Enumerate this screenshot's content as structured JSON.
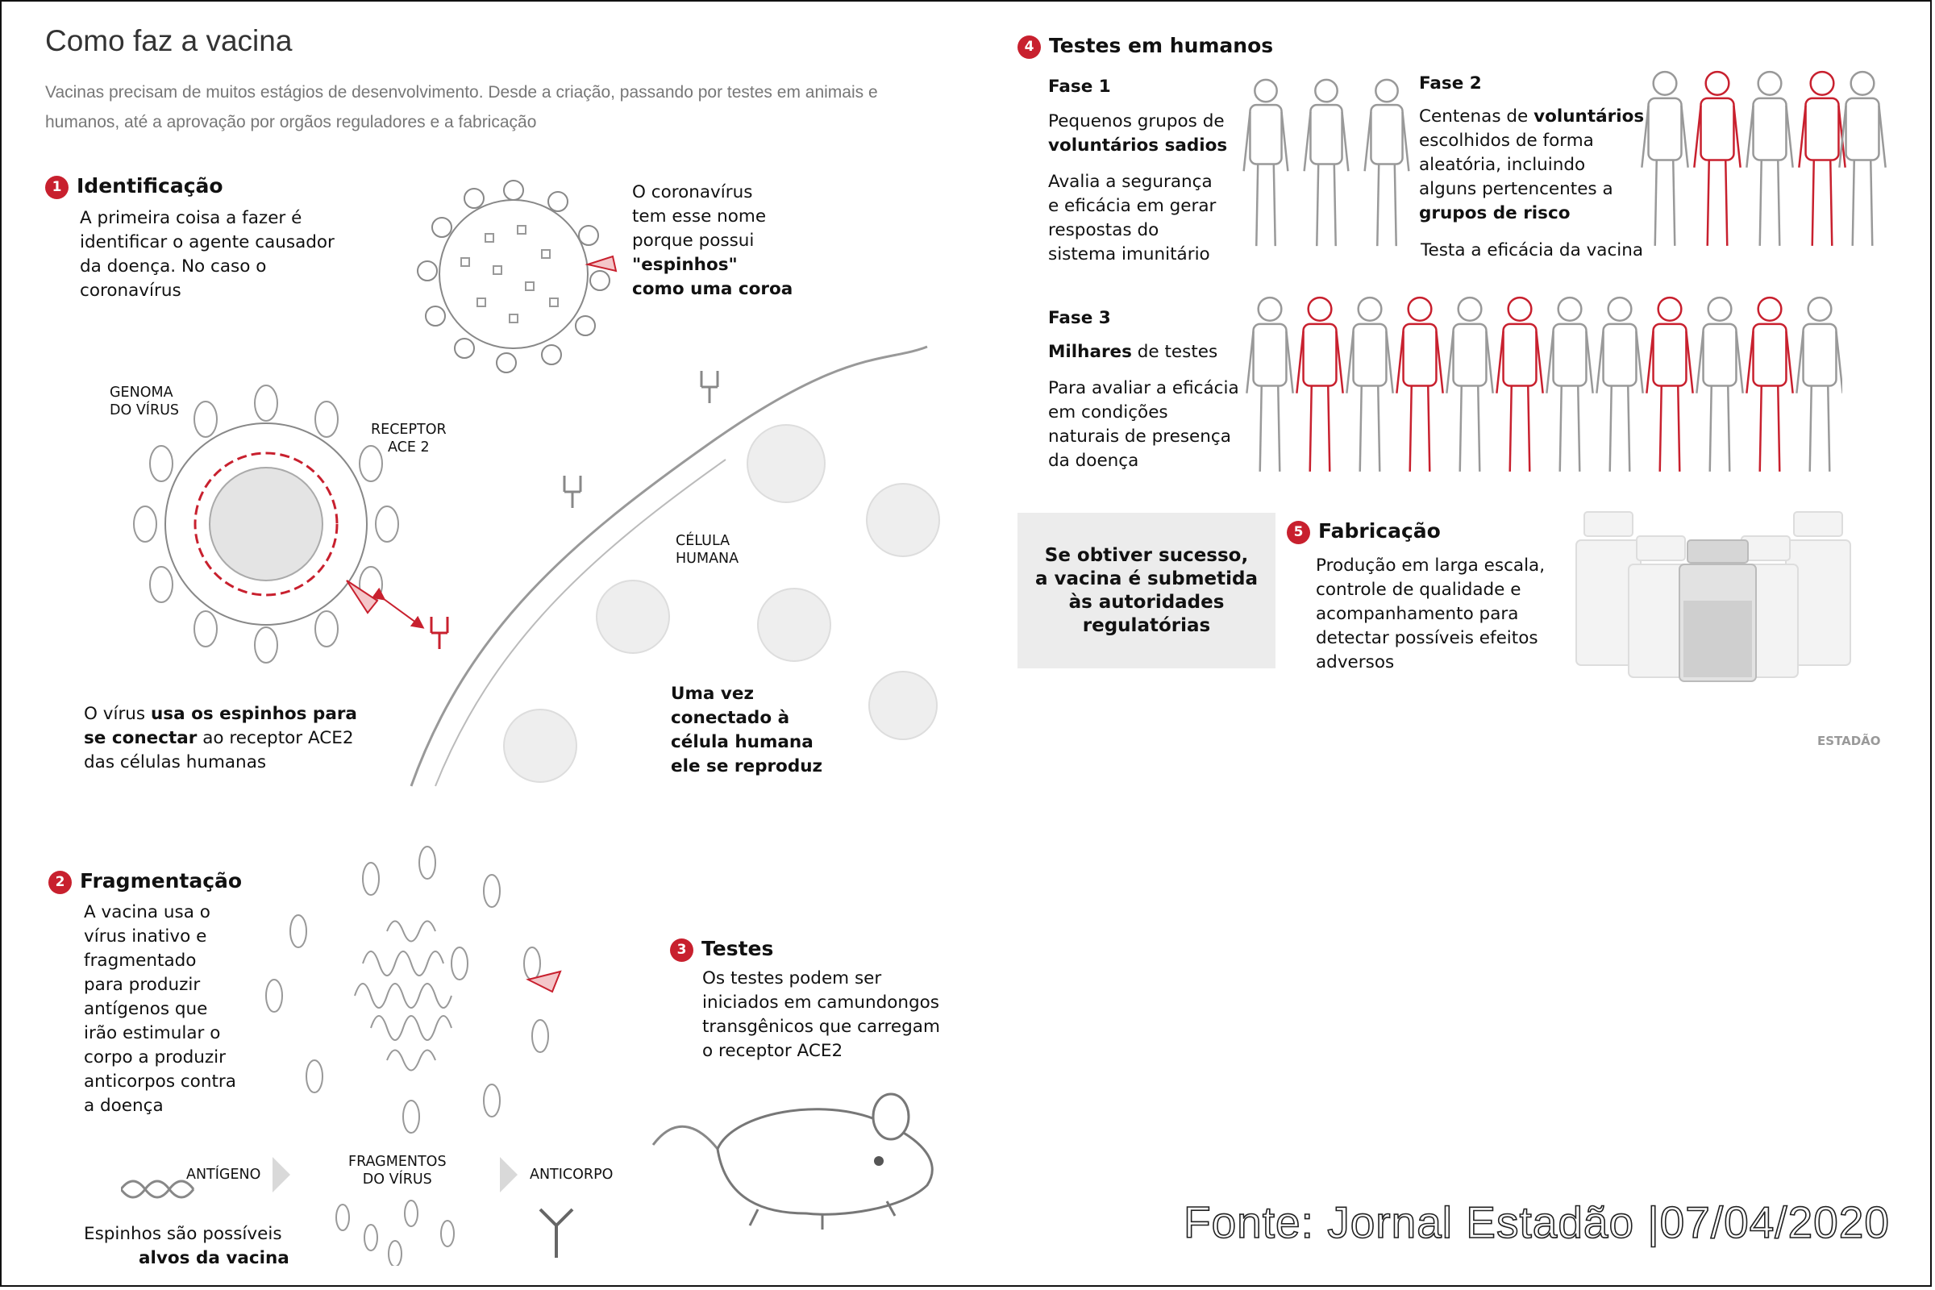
{
  "header": {
    "title": "Como faz a vacina",
    "subtitle": "Vacinas precisam de muitos estágios de desenvolvimento. Desde a criação, passando por testes em animais e humanos, até a aprovação por orgãos reguladores e a fabricação"
  },
  "step1": {
    "number": "1",
    "title": "Identificação",
    "text": [
      "A primeira coisa a fazer é",
      "identificar o agente causador",
      "da doença. No caso o",
      "coronavírus"
    ],
    "corona_note": [
      "O coronavírus",
      "tem esse nome",
      "porque possui"
    ],
    "corona_note_bold": [
      "\"espinhos\"",
      "como uma coroa"
    ],
    "label_genome": [
      "GENOMA",
      "DO VÍRUS"
    ],
    "label_receptor": [
      "RECEPTOR",
      "ACE 2"
    ],
    "label_cell": [
      "CÉLULA",
      "HUMANA"
    ],
    "spike_text": {
      "l1_a": "O vírus ",
      "l1_b": "usa os espinhos para",
      "l2_a": "se conectar",
      "l2_b": " ao receptor ACE2",
      "l3": "das células humanas"
    },
    "reproduce_text": [
      "Uma vez",
      "conectado à",
      "célula humana",
      "ele se reproduz"
    ]
  },
  "step2": {
    "number": "2",
    "title": "Fragmentação",
    "text": [
      "A vacina usa o",
      "vírus inativo e",
      "fragmentado",
      "para produzir",
      "antígenos que",
      "irão estimular o",
      "corpo a produzir",
      "anticorpos contra",
      "a doença"
    ],
    "label_antigen": "ANTÍGENO",
    "label_fragments": [
      "FRAGMENTOS",
      "DO VÍRUS"
    ],
    "label_antibody": "ANTICORPO",
    "spikes_a": "Espinhos são possíveis",
    "spikes_b": "alvos da vacina"
  },
  "step3": {
    "number": "3",
    "title": "Testes",
    "text": [
      "Os testes podem ser",
      "iniciados em camundongos",
      "transgênicos que carregam",
      "o receptor ACE2"
    ]
  },
  "step4": {
    "number": "4",
    "title": "Testes em humanos",
    "phase1": {
      "title": "Fase 1",
      "line1": "Pequenos grupos de",
      "line2": "voluntários sadios",
      "text": [
        "Avalia a segurança",
        "e eficácia em gerar",
        "respostas do",
        "sistema imunitário"
      ]
    },
    "phase2": {
      "title": "Fase 2",
      "l1_a": "Centenas de ",
      "l1_b": "voluntários",
      "l2": "escolhidos de forma",
      "l3": "aleatória, incluindo",
      "l4": "alguns pertencentes a",
      "l5": "grupos de risco",
      "text": "Testa a eficácia da vacina"
    },
    "phase3": {
      "title": "Fase 3",
      "l1_a": "Milhares",
      "l1_b": " de testes",
      "text": [
        "Para avaliar a eficácia",
        "em condições",
        "naturais de presença",
        "da doença"
      ]
    }
  },
  "approval_box": [
    "Se obtiver sucesso,",
    "a vacina é submetida",
    "às autoridades",
    "regulatórias"
  ],
  "step5": {
    "number": "5",
    "title": "Fabricação",
    "text": [
      "Produção em larga escala,",
      "controle de qualidade e",
      "acompanhamento para",
      "detectar possíveis efeitos",
      "adversos"
    ]
  },
  "logo": "ESTADÃO",
  "source": "Fonte: Jornal Estadão |07/04/2020",
  "colors": {
    "accent": "#c8202e",
    "gray": "#999999"
  }
}
